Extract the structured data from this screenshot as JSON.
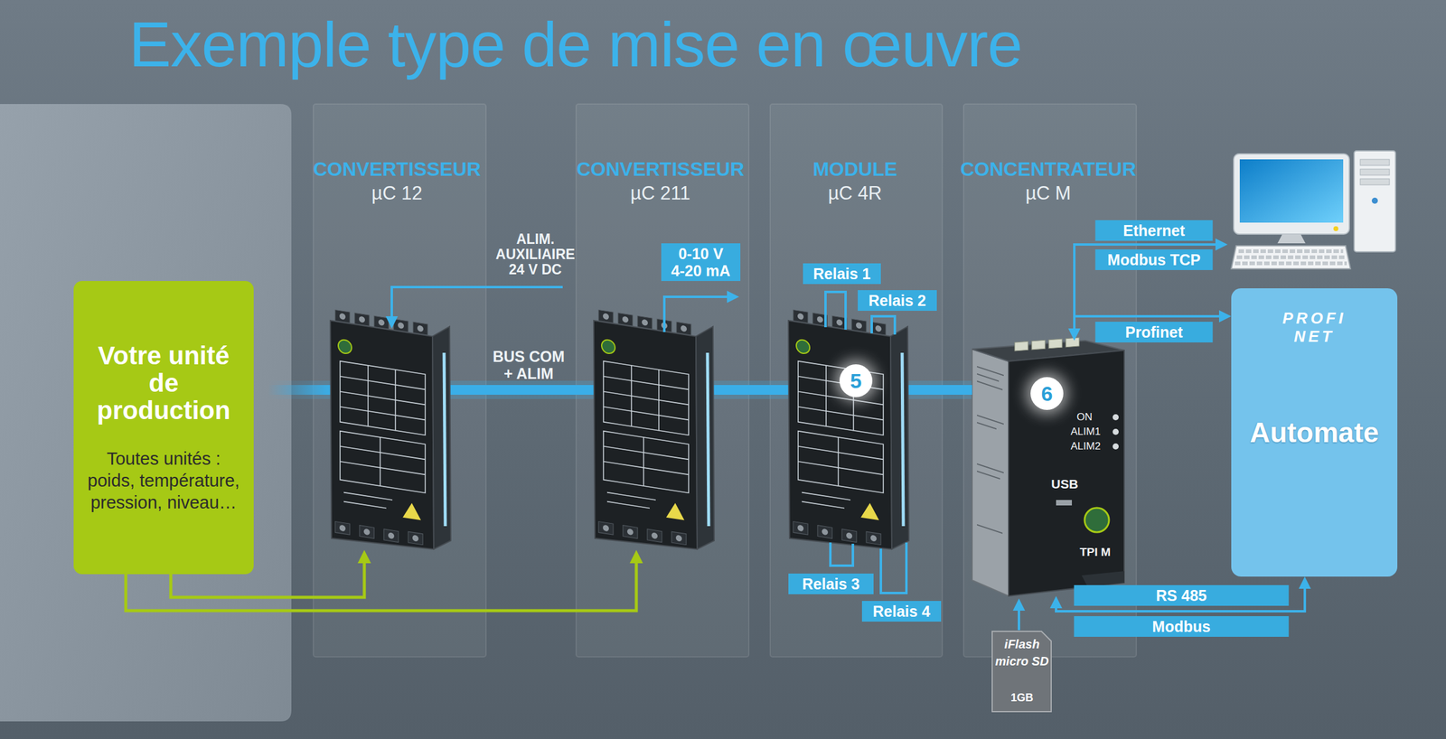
{
  "diagram": {
    "title": "Exemple type de mise en œuvre",
    "nodes": [
      {
        "text": [
          "Votre unité de production",
          "Toutes unités : poids, température, pression, niveau…"
        ]
      },
      {
        "text": [
          "CONVERTISSEUR",
          "µC 12"
        ]
      },
      {
        "text": [
          "CONVERTISSEUR",
          "µC 211"
        ]
      },
      {
        "text": [
          "MODULE",
          "µC 4R"
        ]
      },
      {
        "text": [
          "CONCENTRATEUR",
          "µC M"
        ]
      },
      {
        "text": [
          "PROFI NET",
          "Automate"
        ]
      }
    ],
    "edges": [
      {
        "from": 0,
        "to": 1,
        "arrow": "to"
      },
      {
        "from": 0,
        "to": 2,
        "arrow": "to"
      },
      {
        "from": 1,
        "to": 2,
        "arrow": "none",
        "label": "BUS COM + ALIM"
      },
      {
        "from": 2,
        "to": 3,
        "arrow": "none"
      },
      {
        "from": 3,
        "to": 4,
        "arrow": "none"
      },
      {
        "from": 4,
        "to": 5,
        "arrow": "both",
        "label": "Profinet"
      },
      {
        "from": 4,
        "to": 5,
        "arrow": "both",
        "label": "RS 485"
      }
    ],
    "labels": [
      "ALIM. AUXILIAIRE 24 V DC",
      "0-10 V 4-20 mA",
      "Relais 1",
      "Relais 2",
      "5",
      "Relais 3",
      "Relais 4",
      "6",
      "Ethernet",
      "Modbus TCP",
      "ON",
      "ALIM1",
      "ALIM2",
      "USB",
      "TPI M",
      "iFlash",
      "micro SD",
      "1GB",
      "Modbus"
    ]
  }
}
